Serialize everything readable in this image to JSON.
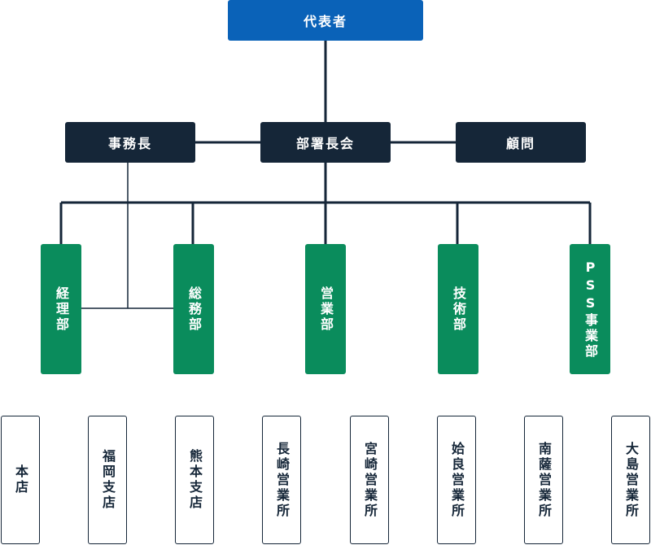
{
  "top": {
    "label": "代表者"
  },
  "middle": {
    "left": "事務長",
    "center": "部署長会",
    "right": "顧問"
  },
  "departments": [
    "経理部",
    "総務部",
    "営業部",
    "技術部",
    "PSS事業部"
  ],
  "offices": [
    "本店",
    "福岡支店",
    "熊本支店",
    "長崎営業所",
    "宮崎営業所",
    "姶良営業所",
    "南薩営業所",
    "大島営業所"
  ],
  "colors": {
    "top": "#0a62b8",
    "middle": "#152638",
    "department": "#0a8c5c",
    "line": "#152638"
  }
}
